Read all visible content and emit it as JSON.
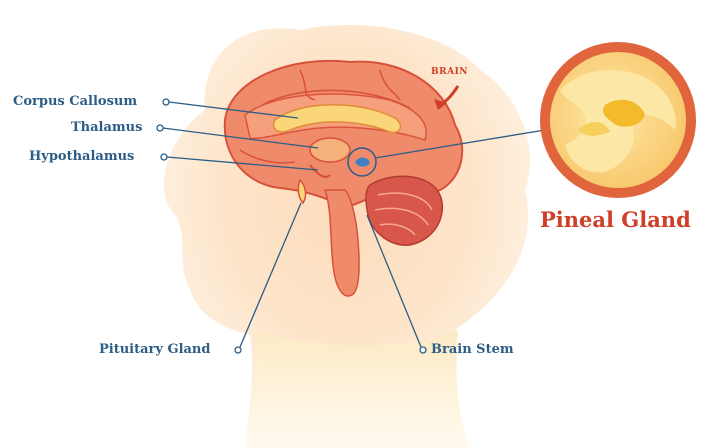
{
  "labels": {
    "corpus_callosum": "Corpus Callosum",
    "thalamus": "Thalamus",
    "hypothalamus": "Hypothalamus",
    "pituitary_gland": "Pituitary Gland",
    "brain_stem": "Brain Stem",
    "brain": "BRAIN",
    "pineal_gland": "Pineal Gland"
  },
  "colors": {
    "label_text": "#2c5d86",
    "pineal_title": "#cf3f2a",
    "brain_word": "#cf3f2a",
    "leader_line": "#2c5d86",
    "head_glow": "#fde2c6",
    "neck_glow": "#fff2cc",
    "brain_fill": "#ef8b6b",
    "brain_outline": "#d9503a",
    "corpus_callosum_fill": "#fbd57a",
    "cerebellum_fill": "#d8564a",
    "pineal_highlight": "#3f7fc2",
    "zoom_ring": "#e0653d",
    "zoom_fill": "#fde5a2"
  }
}
